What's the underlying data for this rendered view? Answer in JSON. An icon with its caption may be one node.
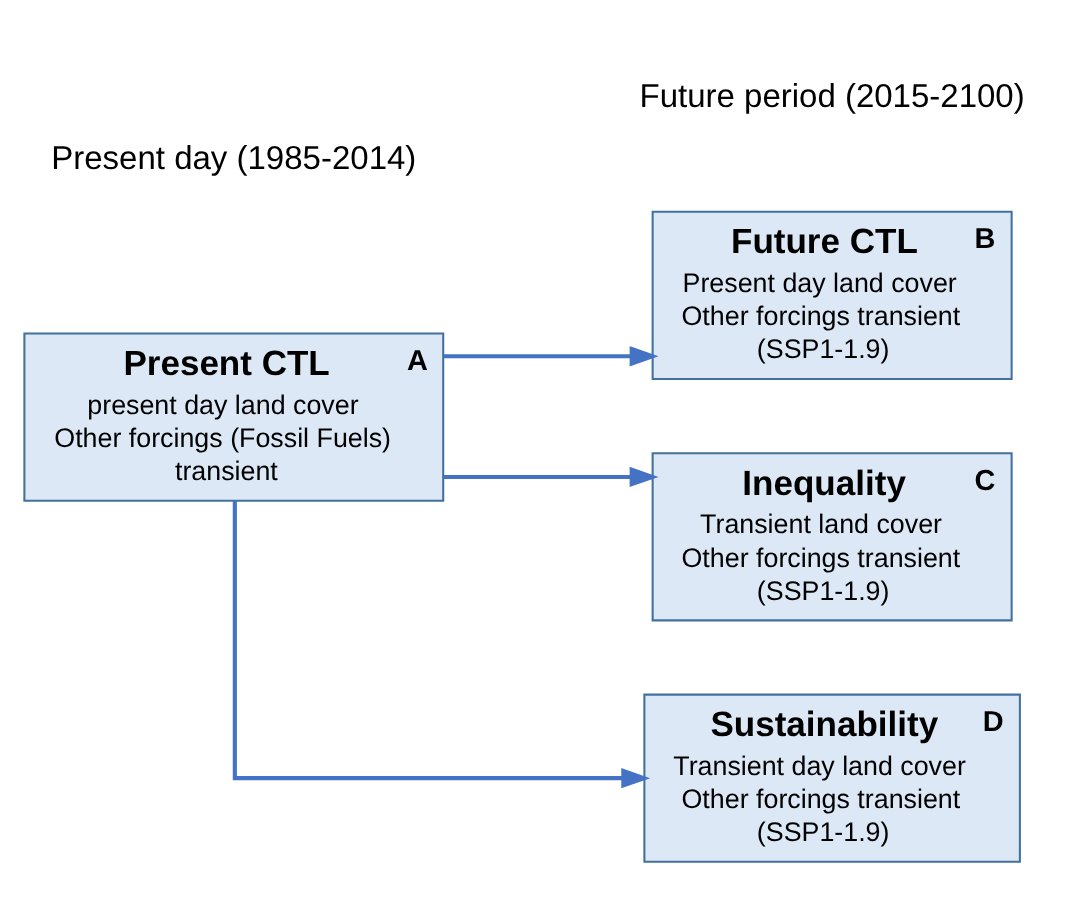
{
  "diagram": {
    "nodes": [
      {
        "text": [
          "Present CTL",
          "present day land cover",
          "Other forcings (Fossil Fuels)",
          "transient",
          "A"
        ]
      },
      {
        "text": [
          "Future CTL",
          "Present day land cover",
          "Other forcings transient",
          "(SSP1-1.9)",
          "B"
        ]
      },
      {
        "text": [
          "Inequality",
          "Transient land cover",
          "Other forcings transient",
          "(SSP1-1.9)",
          "C"
        ]
      },
      {
        "text": [
          "Sustainability",
          "Transient day land cover",
          "Other forcings transient",
          "(SSP1-1.9)",
          "D"
        ]
      }
    ],
    "edges": [
      {
        "from": 0,
        "to": 1,
        "arrow": "to"
      },
      {
        "from": 0,
        "to": 2,
        "arrow": "to"
      },
      {
        "from": 0,
        "to": 3,
        "arrow": "to"
      }
    ],
    "labels": [
      "Present day (1985-2014)",
      "Future period (2015-2100)"
    ]
  }
}
